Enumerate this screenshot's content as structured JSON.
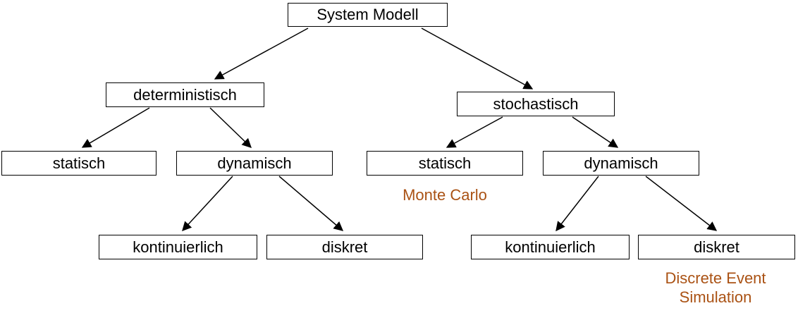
{
  "diagram": {
    "title": "System Modell tree",
    "nodes": {
      "system_modell": {
        "label": "System Modell"
      },
      "deterministisch": {
        "label": "deterministisch"
      },
      "stochastisch": {
        "label": "stochastisch"
      },
      "det_statisch": {
        "label": "statisch"
      },
      "det_dynamisch": {
        "label": "dynamisch"
      },
      "sto_statisch": {
        "label": "statisch"
      },
      "sto_dynamisch": {
        "label": "dynamisch"
      },
      "det_kontinuierlich": {
        "label": "kontinuierlich"
      },
      "det_diskret": {
        "label": "diskret"
      },
      "sto_kontinuierlich": {
        "label": "kontinuierlich"
      },
      "sto_diskret": {
        "label": "diskret"
      }
    },
    "annotations": {
      "monte_carlo": {
        "lines": [
          "Monte Carlo"
        ]
      },
      "discrete_event_simulation": {
        "lines": [
          "Discrete Event",
          "Simulation"
        ]
      }
    },
    "colors": {
      "annotation": "#AA5214",
      "node_border": "#000000",
      "node_fill": "#FFFFFF",
      "arrow": "#000000"
    }
  }
}
